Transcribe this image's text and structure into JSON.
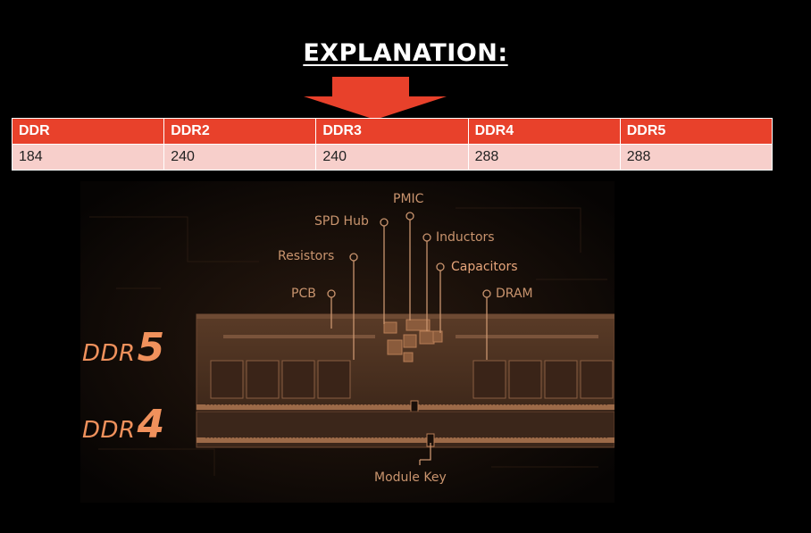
{
  "title": "EXPLANATION:",
  "table": {
    "headers": [
      "DDR",
      "DDR2",
      "DDR3",
      "DDR4",
      "DDR5"
    ],
    "values": [
      "184",
      "240",
      "240",
      "288",
      "288"
    ]
  },
  "diagram": {
    "labels": {
      "pmic": "PMIC",
      "spd_hub": "SPD Hub",
      "inductors": "Inductors",
      "resistors": "Resistors",
      "capacitors": "Capacitors",
      "pcb": "PCB",
      "dram": "DRAM",
      "module_key": "Module Key"
    },
    "generations": {
      "ddr5_prefix": "DDR",
      "ddr5_number": "5",
      "ddr4_prefix": "DDR",
      "ddr4_number": "4"
    }
  },
  "colors": {
    "table_header": "#e8412b",
    "table_row": "#f7cfcb",
    "arrow": "#e8412b",
    "accent": "#f0915c"
  }
}
